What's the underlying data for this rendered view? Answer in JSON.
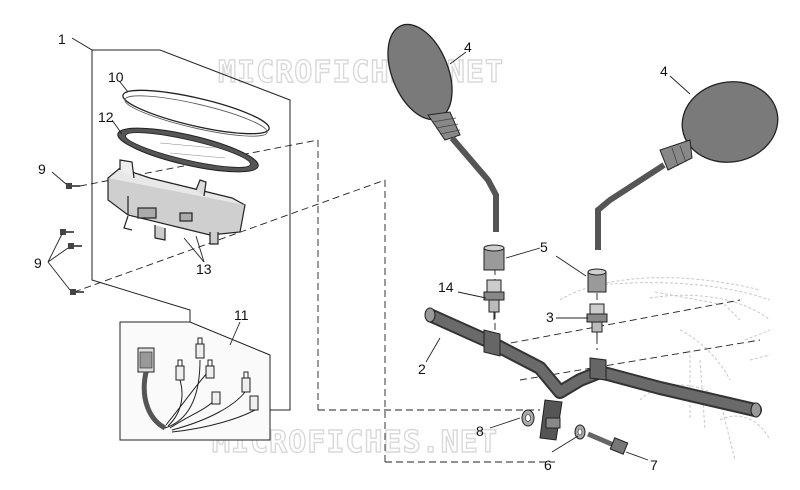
{
  "watermark": "MICROFICHES.NET",
  "callouts": {
    "c1": "1",
    "c2": "2",
    "c3": "3",
    "c4a": "4",
    "c4b": "4",
    "c5": "5",
    "c6": "6",
    "c7": "7",
    "c8": "8",
    "c9a": "9",
    "c9b": "9",
    "c10": "10",
    "c11": "11",
    "c12": "12",
    "c13": "13",
    "c14": "14"
  }
}
